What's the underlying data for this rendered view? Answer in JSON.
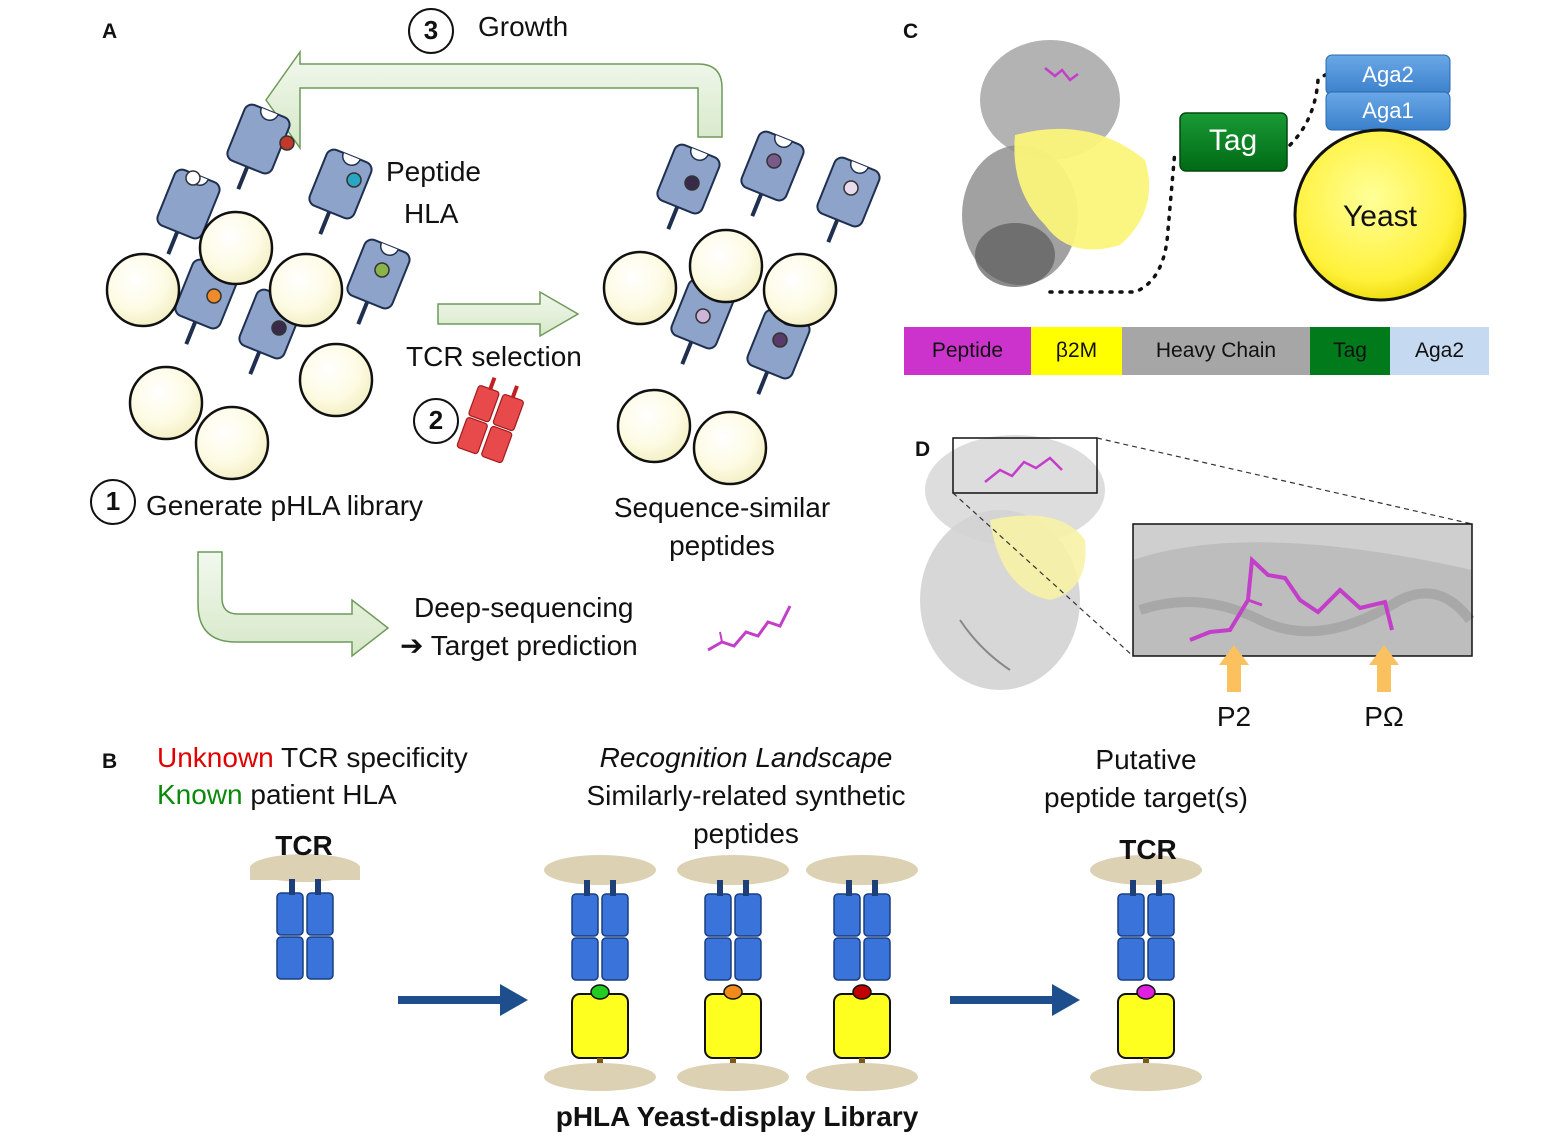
{
  "panel_A": {
    "letter": "A",
    "step_1": "1",
    "step_1_label": "Generate pHLA library",
    "step_2": "2",
    "step_2_label": "TCR selection",
    "step_3": "3",
    "step_3_label": "Growth",
    "peptide_label": "Peptide",
    "hla_label": "HLA",
    "result_label_line1": "Sequence-similar",
    "result_label_line2": "peptides",
    "deep_seq_line1": "Deep-sequencing",
    "deep_seq_line2": "➔ Target prediction"
  },
  "panel_B": {
    "letter": "B",
    "unknown_word": "Unknown",
    "unknown_rest": " TCR specificity",
    "known_word": "Known",
    "known_rest": " patient HLA",
    "tcr_left": "TCR",
    "landscape_title": "Recognition Landscape",
    "landscape_line2": "Similarly-related synthetic",
    "landscape_line3": "peptides",
    "putative_line1": "Putative",
    "putative_line2": "peptide target(s)",
    "tcr_right": "TCR",
    "library_label": "pHLA Yeast-display Library"
  },
  "panel_C": {
    "letter": "C",
    "tag_label": "Tag",
    "aga2_label": "Aga2",
    "aga1_label": "Aga1",
    "yeast_label": "Yeast",
    "bar_segments": [
      {
        "label": "Peptide",
        "color": "#cc33cc"
      },
      {
        "label": "β2M",
        "color": "#ffff00"
      },
      {
        "label": "Heavy Chain",
        "color": "#a6a6a6"
      },
      {
        "label": "Tag",
        "color": "#007a1a"
      },
      {
        "label": "Aga2",
        "color": "#c5d9f1"
      }
    ]
  },
  "panel_D": {
    "letter": "D",
    "p2_label": "P2",
    "pomega_label": "PΩ"
  },
  "colors": {
    "hla_blue": "#8da3c9",
    "yeast_cream": "#fdfbe3",
    "arrow_green": "#e4f1dc",
    "tcr_red": "#e8494b",
    "tcr_blue": "#3a73d9",
    "pep_yellow": "#ffff1f",
    "membrane_tan": "#ddd1b4",
    "arrow_navy": "#1f4e8c",
    "tag_green": "#007a1a",
    "aga_blue": "#4a8fd4",
    "peptide_magenta": "#c33ec9",
    "marker_orange": "#fbc15e",
    "unknown_red": "#e00000",
    "known_green": "#0a8a0a"
  }
}
